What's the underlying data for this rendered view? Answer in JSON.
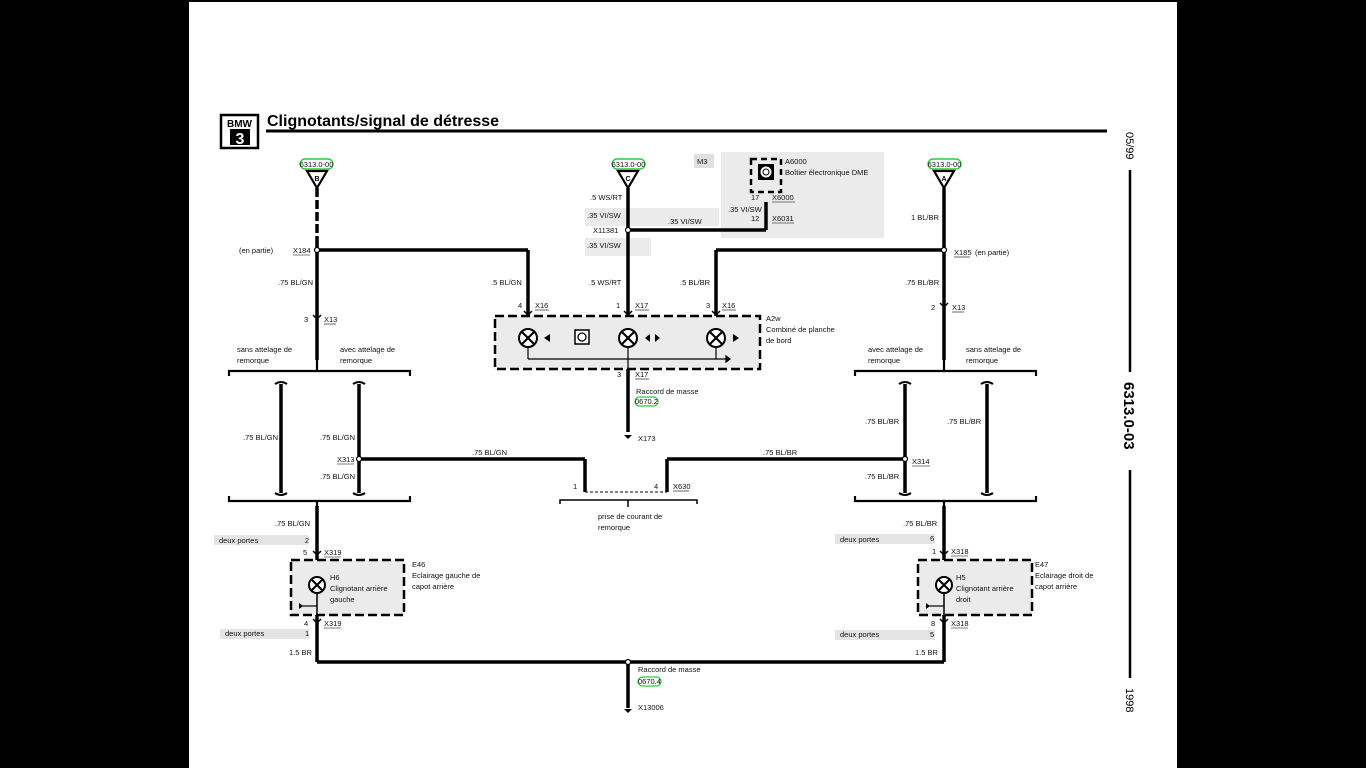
{
  "header": {
    "logo_text": "BMW",
    "logo_series": "3",
    "title": "Clignotants/signal de détresse"
  },
  "side": {
    "date": "05/99",
    "code": "6313.0-03",
    "year": "1998"
  },
  "refs": {
    "ref_b": "6313.0-00",
    "ref_c": "6313.0-00",
    "ref_a": "6313.0-00",
    "mass_top": "0670.2",
    "mass_bottom": "0670.4"
  },
  "connectors": {
    "b": "B",
    "c": "C",
    "a": "A"
  },
  "dme": {
    "model_tag": "M3",
    "id": "A6000",
    "name": "Boîtier électronique DME",
    "pin17": "17",
    "x6000": "X6000",
    "wire": ".35 VI/SW",
    "pin12": "12",
    "x6031": "X6031"
  },
  "center": {
    "wire_top": ".5 WS/RT",
    "wire_vi1": ".35 VI/SW",
    "x11381": "X11381",
    "wire_vi2": ".35 VI/SW",
    "wire_vi3": ".35 VI/SW",
    "wire_bl_gn": ".5 BL/GN",
    "wire_ws_rt": ".5 WS/RT",
    "wire_bl_br": ".5 BL/BR",
    "pin4": "4",
    "x16a": "X16",
    "pin1": "1",
    "x17": "X17",
    "pin3": "3",
    "x16b": "X16",
    "cluster_id": "A2w",
    "cluster_name1": "Combiné de planche",
    "cluster_name2": "de bord",
    "pin3b": "3",
    "x17b": "X17",
    "mass_label": "Raccord de masse",
    "x173": "X173"
  },
  "left": {
    "en_partie": "(en partie)",
    "x184": "X184",
    "wire1": ".75 BL/GN",
    "pin3": "3",
    "x13": "X13",
    "sans1": "sans attelage de",
    "sans2": "remorque",
    "avec1": "avec attelage de",
    "avec2": "remorque",
    "wire_sans": ".75 BL/GN",
    "wire_avec": ".75 BL/GN",
    "x313": "X313",
    "wire_avec2": ".75 BL/GN",
    "wire_down": ".75 BL/GN",
    "deux_portes1": "deux portes",
    "val2": "2",
    "pin5": "5",
    "x319a": "X319",
    "lamp_id": "E46",
    "lamp_desc1": "Eclairage gauche de",
    "lamp_desc2": "capot arrière",
    "h_id": "H6",
    "h_name1": "Clignotant arrière",
    "h_name2": "gauche",
    "pin4": "4",
    "x319b": "X319",
    "deux_portes2": "deux portes",
    "val1": "1",
    "wire_gnd": "1.5 BR"
  },
  "right": {
    "wire1": "1 BL/BR",
    "x185": "X185",
    "en_partie": "(en partie)",
    "wire2": ".75 BL/BR",
    "pin2": "2",
    "x13": "X13",
    "avec1": "avec attelage de",
    "avec2": "remorque",
    "sans1": "sans attelage de",
    "sans2": "remorque",
    "wire_avec": ".75 BL/BR",
    "wire_sans": ".75 BL/BR",
    "x314": "X314",
    "wire_avec2": ".75 BL/BR",
    "wire_down": ".75 BL/BR",
    "deux_portes1": "deux portes",
    "val6": "6",
    "pin1": "1",
    "x318a": "X318",
    "lamp_id": "E47",
    "lamp_desc1": "Eclairage droit de",
    "lamp_desc2": "capot arrière",
    "h_id": "H5",
    "h_name1": "Clignotant arrière",
    "h_name2": "droit",
    "pin8": "8",
    "x318b": "X318",
    "deux_portes2": "deux portes",
    "val5": "5",
    "wire_gnd": "1.5 BR"
  },
  "trailer": {
    "wire_left": ".75 BL/GN",
    "wire_right": ".75 BL/BR",
    "pin1": "1",
    "pin4": "4",
    "x630": "X630",
    "name1": "prise de courant de",
    "name2": "remorque"
  },
  "ground": {
    "label": "Raccord de masse",
    "x13006": "X13006"
  }
}
